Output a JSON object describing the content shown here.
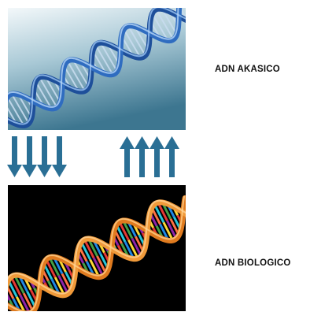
{
  "labels": {
    "top": "ADN AKASICO",
    "bottom": "ADN BIOLOGICO"
  },
  "images": {
    "top": "blue-dna-helix-image",
    "bottom": "orange-dna-helix-image"
  },
  "arrows": {
    "down_count": 4,
    "up_count": 4,
    "color": "#2a6f95"
  },
  "colors": {
    "top_bg_light": "#eaf3f6",
    "top_bg_dark": "#3f7790",
    "helix_blue": "#1e4f9a",
    "helix_orange": "#e07b1f",
    "bottom_bg": "#000000"
  }
}
